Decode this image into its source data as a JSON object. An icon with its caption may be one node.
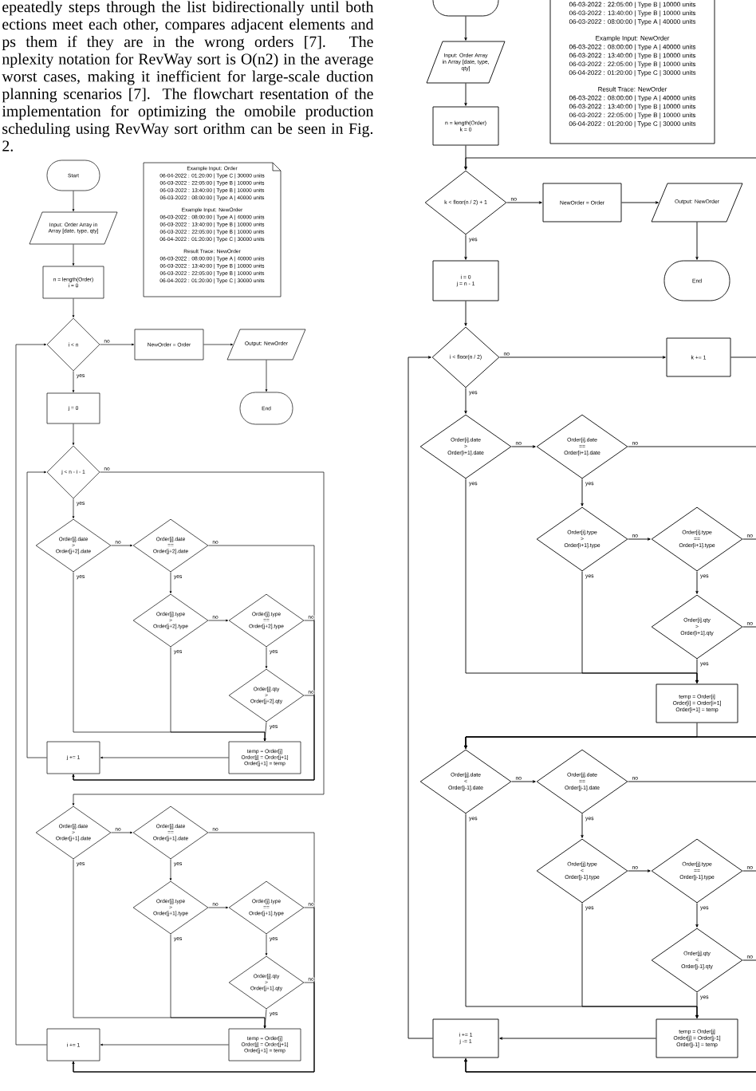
{
  "diagram": {
    "nodes": [
      {
        "text": [
          "Start"
        ]
      },
      {
        "text": [
          "Example Input: Order",
          "06-04-2022 : 01:20:00 | Type C | 30000 units",
          "06-03-2022 : 22:05:00 | Type B | 10000 units",
          "06-03-2022 : 13:40:00 | Type B | 10000 units",
          "06-03-2022 : 08:00:00 | Type A | 40000 units",
          "Example Input: NewOrder",
          "06-03-2022 : 08:00:00 | Type A | 40000 units",
          "06-03-2022 : 13:40:00 | Type B | 10000 units",
          "06-03-2022 : 22:05:00 | Type B | 10000 units",
          "06-04-2022 : 01:20:00 | Type C | 30000 units",
          "Result Trace: NewOrder",
          "06-03-2022 : 08:00:00 | Type A | 40000 units",
          "06-03-2022 : 13:40:00 | Type B | 10000 units",
          "06-03-2022 : 22:05:00 | Type B | 10000 units",
          "06-04-2022 : 01:20:00 | Type C | 30000 units"
        ]
      },
      {
        "text": [
          "Input: Order Array in Array [date, type, qty]"
        ]
      },
      {
        "text": [
          "n = length(Order)",
          "i = 0"
        ]
      },
      {
        "text": [
          "i < n"
        ]
      },
      {
        "text": [
          "NewOrder = Order"
        ]
      },
      {
        "text": [
          "Output: NewOrder"
        ]
      },
      {
        "text": [
          "End"
        ]
      },
      {
        "text": [
          "j = 0"
        ]
      },
      {
        "text": [
          "j < n - i - 1"
        ]
      },
      {
        "text": [
          "Order[j].date",
          ">",
          "Order[j+2].date"
        ]
      },
      {
        "text": [
          "Order[j].date",
          "==",
          "Order[j+2].date"
        ]
      },
      {
        "text": [
          "Order[j].type",
          ">",
          "Order[j+2].type"
        ]
      },
      {
        "text": [
          "Order[j].type",
          "==",
          "Order[j+2].type"
        ]
      },
      {
        "text": [
          "Order[j].qty",
          ">",
          "Order[j+2].qty"
        ]
      },
      {
        "text": [
          "temp = Order[j]",
          "Order[j] = Order[j+1]",
          "Order[j+1] = temp"
        ]
      },
      {
        "text": [
          "j += 1"
        ]
      },
      {
        "text": [
          "Order[j].date",
          ">",
          "Order[j+1].date"
        ]
      },
      {
        "text": [
          "Order[j].date",
          "==",
          "Order[j+1].date"
        ]
      },
      {
        "text": [
          "Order[j].type",
          ">",
          "Order[j+1].type"
        ]
      },
      {
        "text": [
          "Order[j].type",
          "==",
          "Order[j+1].type"
        ]
      },
      {
        "text": [
          "Order[j].qty",
          ">",
          "Order[j+1].qty"
        ]
      },
      {
        "text": [
          "temp = Order[j]",
          "Order[j] = Order[j+1]",
          "Order[j+1] = temp"
        ]
      },
      {
        "text": [
          "i += 1"
        ]
      },
      {
        "text": [],
        "shape": "terminal"
      },
      {
        "text": [
          "06-03-2022 : 22:05:00 | Type B | 10000 units",
          "06-03-2022 : 13:40:00 | Type B | 10000 units",
          "06-03-2022 : 08:00:00 | Type A | 40000 units",
          "Example Input: NewOrder",
          "06-03-2022 : 08:00:00 | Type A | 40000 units",
          "06-03-2022 : 13:40:00 | Type B | 10000 units",
          "06-03-2022 : 22:05:00 | Type B | 10000 units",
          "06-04-2022 : 01:20:00 | Type C | 30000 units",
          "Result Trace: NewOrder",
          "06-03-2022 : 08:00:00 | Type A | 40000 units",
          "06-03-2022 : 13:40:00 | Type B | 10000 units",
          "06-03-2022 : 22:05:00 | Type B | 10000 units",
          "06-04-2022 : 01:20:00 | Type C | 30000 units"
        ]
      },
      {
        "text": [
          "Input: Order Array in Array [date, type, qty]"
        ]
      },
      {
        "text": [
          "n = length(Order)",
          "k = 0"
        ]
      },
      {
        "text": [
          "k < floor(n / 2) + 1"
        ]
      },
      {
        "text": [
          "NewOrder = Order"
        ]
      },
      {
        "text": [
          "Output: NewOrder"
        ]
      },
      {
        "text": [
          "End"
        ]
      },
      {
        "text": [
          "i = 0",
          "j = n - 1"
        ]
      },
      {
        "text": [
          "i < floor(n / 2)"
        ]
      },
      {
        "text": [
          "k += 1"
        ]
      },
      {
        "text": [
          "Order[i].date",
          ">",
          "Order[i+1].date"
        ]
      },
      {
        "text": [
          "Order[i].date",
          "==",
          "Order[i+1].date"
        ]
      },
      {
        "text": [
          "Order[i].type",
          ">",
          "Order[i+1].type"
        ]
      },
      {
        "text": [
          "Order[i].type",
          "==",
          "Order[i+1].type"
        ]
      },
      {
        "text": [
          "Order[i].qty",
          ">",
          "Order[i+1].qty"
        ]
      },
      {
        "text": [
          "temp = Order[i]",
          "Order[i] = Order[i+1]",
          "Order[i+1] = temp"
        ]
      },
      {
        "text": [
          "Order[j].date",
          "<",
          "Order[j-1].date"
        ]
      },
      {
        "text": [
          "Order[j].date",
          "==",
          "Order[j-1].date"
        ]
      },
      {
        "text": [
          "Order[j].type",
          "<",
          "Order[j-1].type"
        ]
      },
      {
        "text": [
          "Order[j].type",
          "==",
          "Order[j-1].type"
        ]
      },
      {
        "text": [
          "Order[j].qty",
          "<",
          "Order[j-1].qty"
        ]
      },
      {
        "text": [
          "temp = Order[j]",
          "Order[j] = Order[j-1]",
          "Order[j-1] = temp"
        ]
      },
      {
        "text": [
          "i += 1",
          "j -= 1"
        ]
      }
    ],
    "edges": [
      {
        "from": 0,
        "to": 2,
        "arrow": "to"
      },
      {
        "from": 2,
        "to": 3,
        "arrow": "to"
      },
      {
        "from": 3,
        "to": 4,
        "arrow": "to"
      },
      {
        "from": 4,
        "to": 5,
        "arrow": "to",
        "label": "no"
      },
      {
        "from": 5,
        "to": 6,
        "arrow": "to"
      },
      {
        "from": 6,
        "to": 7,
        "arrow": "to"
      },
      {
        "from": 4,
        "to": 8,
        "arrow": "to",
        "label": "yes"
      },
      {
        "from": 8,
        "to": 9,
        "arrow": "to"
      },
      {
        "from": 9,
        "to": 10,
        "arrow": "to",
        "label": "yes"
      },
      {
        "from": 10,
        "to": 11,
        "arrow": "to",
        "label": "no"
      },
      {
        "from": 11,
        "to": 12,
        "arrow": "to",
        "label": "yes"
      },
      {
        "from": 12,
        "to": 13,
        "arrow": "to",
        "label": "no"
      },
      {
        "from": 13,
        "to": 14,
        "arrow": "to",
        "label": "yes"
      },
      {
        "from": 10,
        "to": 15,
        "arrow": "to",
        "label": "yes"
      },
      {
        "from": 12,
        "to": 15,
        "arrow": "to",
        "label": "yes"
      },
      {
        "from": 14,
        "to": 15,
        "arrow": "to",
        "label": "yes"
      },
      {
        "from": 11,
        "to": 16,
        "arrow": "to",
        "label": "no"
      },
      {
        "from": 13,
        "to": 16,
        "arrow": "to",
        "label": "no"
      },
      {
        "from": 14,
        "to": 16,
        "arrow": "to",
        "label": "no"
      },
      {
        "from": 15,
        "to": 16,
        "arrow": "to"
      },
      {
        "from": 16,
        "to": 9,
        "arrow": "to"
      },
      {
        "from": 9,
        "to": 17,
        "arrow": "to",
        "label": "no"
      },
      {
        "from": 17,
        "to": 18,
        "arrow": "to",
        "label": "no"
      },
      {
        "from": 18,
        "to": 19,
        "arrow": "to",
        "label": "yes"
      },
      {
        "from": 19,
        "to": 20,
        "arrow": "to",
        "label": "no"
      },
      {
        "from": 20,
        "to": 21,
        "arrow": "to",
        "label": "yes"
      },
      {
        "from": 17,
        "to": 22,
        "arrow": "to",
        "label": "yes"
      },
      {
        "from": 19,
        "to": 22,
        "arrow": "to",
        "label": "yes"
      },
      {
        "from": 21,
        "to": 22,
        "arrow": "to",
        "label": "yes"
      },
      {
        "from": 18,
        "to": 23,
        "arrow": "to",
        "label": "no"
      },
      {
        "from": 20,
        "to": 23,
        "arrow": "to",
        "label": "no"
      },
      {
        "from": 21,
        "to": 23,
        "arrow": "to",
        "label": "no"
      },
      {
        "from": 22,
        "to": 23,
        "arrow": "to"
      },
      {
        "from": 23,
        "to": 4,
        "arrow": "to"
      },
      {
        "from": 24,
        "to": 26,
        "arrow": "to"
      },
      {
        "from": 26,
        "to": 27,
        "arrow": "to"
      },
      {
        "from": 27,
        "to": 28,
        "arrow": "to"
      },
      {
        "from": 28,
        "to": 29,
        "arrow": "to",
        "label": "no"
      },
      {
        "from": 29,
        "to": 30,
        "arrow": "to"
      },
      {
        "from": 30,
        "to": 31,
        "arrow": "to"
      },
      {
        "from": 28,
        "to": 32,
        "arrow": "to",
        "label": "yes"
      },
      {
        "from": 32,
        "to": 33,
        "arrow": "to"
      },
      {
        "from": 33,
        "to": 34,
        "arrow": "to",
        "label": "no"
      },
      {
        "from": 34,
        "to": 28,
        "arrow": "to"
      },
      {
        "from": 33,
        "to": 35,
        "arrow": "to",
        "label": "yes"
      },
      {
        "from": 35,
        "to": 36,
        "arrow": "to",
        "label": "no"
      },
      {
        "from": 36,
        "to": 37,
        "arrow": "to",
        "label": "yes"
      },
      {
        "from": 37,
        "to": 38,
        "arrow": "to",
        "label": "no"
      },
      {
        "from": 38,
        "to": 39,
        "arrow": "to",
        "label": "yes"
      },
      {
        "from": 35,
        "to": 40,
        "arrow": "to",
        "label": "yes"
      },
      {
        "from": 37,
        "to": 40,
        "arrow": "to",
        "label": "yes"
      },
      {
        "from": 39,
        "to": 40,
        "arrow": "to",
        "label": "yes"
      },
      {
        "from": 36,
        "to": 41,
        "arrow": "to",
        "label": "no"
      },
      {
        "from": 38,
        "to": 41,
        "arrow": "to",
        "label": "no"
      },
      {
        "from": 39,
        "to": 41,
        "arrow": "to",
        "label": "no"
      },
      {
        "from": 40,
        "to": 41,
        "arrow": "to"
      },
      {
        "from": 41,
        "to": 42,
        "arrow": "to",
        "label": "no"
      },
      {
        "from": 42,
        "to": 43,
        "arrow": "to",
        "label": "yes"
      },
      {
        "from": 43,
        "to": 44,
        "arrow": "to",
        "label": "no"
      },
      {
        "from": 44,
        "to": 45,
        "arrow": "to",
        "label": "yes"
      },
      {
        "from": 41,
        "to": 46,
        "arrow": "to",
        "label": "yes"
      },
      {
        "from": 43,
        "to": 46,
        "arrow": "to",
        "label": "yes"
      },
      {
        "from": 45,
        "to": 46,
        "arrow": "to",
        "label": "yes"
      },
      {
        "from": 42,
        "to": 47,
        "arrow": "to",
        "label": "no"
      },
      {
        "from": 44,
        "to": 47,
        "arrow": "to",
        "label": "no"
      },
      {
        "from": 45,
        "to": 47,
        "arrow": "to",
        "label": "no"
      },
      {
        "from": 46,
        "to": 47,
        "arrow": "to"
      },
      {
        "from": 47,
        "to": 33,
        "arrow": "to"
      }
    ],
    "labels": [
      "epeatedly steps through the list bidirectionally until both ections meet each other, compares adjacent elements and ps them if they are in the wrong orders [7]. The nplexity notation for RevWay sort is O(n2) in the average worst cases, making it inefficient for large-scale duction planning scenarios [7]. The flowchart resentation of the implementation for optimizing the omobile production scheduling using RevWay sort orithm can be seen in Fig. 2."
    ]
  }
}
